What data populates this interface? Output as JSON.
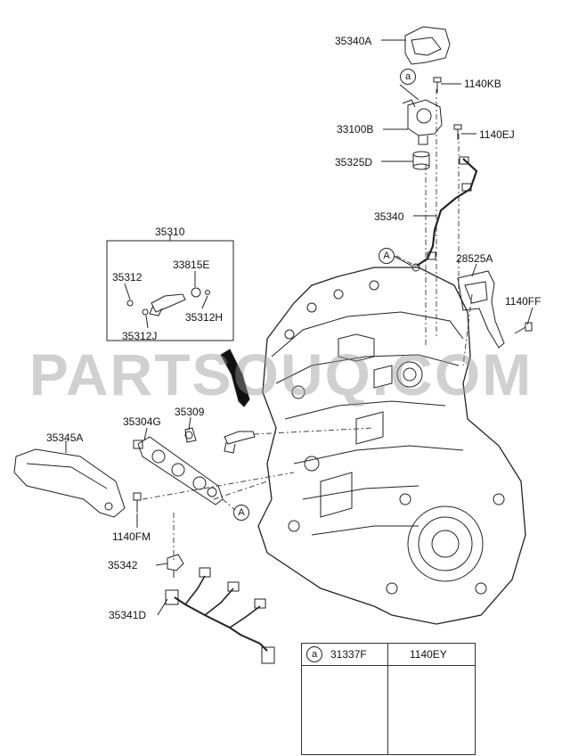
{
  "watermark": "PARTSOUQ.COM",
  "legend": {
    "marker": "a",
    "col1": "31337F",
    "col2": "1140EY"
  },
  "markers": {
    "a": "a",
    "A": "A"
  },
  "labels": {
    "p35340A": "35340A",
    "p1140KB": "1140KB",
    "p33100B": "33100B",
    "p1140EJ": "1140EJ",
    "p35325D": "35325D",
    "p35340": "35340",
    "p28525A": "28525A",
    "p1140FF": "1140FF",
    "p35310": "35310",
    "p35312": "35312",
    "p33815E": "33815E",
    "p35312H": "35312H",
    "p35312J": "35312J",
    "p35304G": "35304G",
    "p35309": "35309",
    "p35345A": "35345A",
    "p1140FM": "1140FM",
    "p35342": "35342",
    "p35341D": "35341D"
  }
}
